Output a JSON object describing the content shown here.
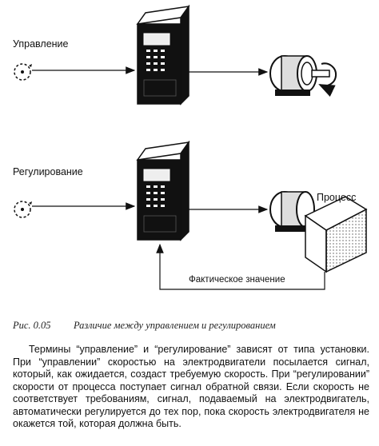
{
  "diagram": {
    "top_label": "Управление",
    "bottom_label": "Регулирование",
    "process_label": "Процесс",
    "feedback_label": "Фактическое значение"
  },
  "caption": {
    "number": "Рис. 0.05",
    "title": "Различие между управлением и регулированием"
  },
  "body": {
    "paragraph": "Термины “управление” и “регулирование” зависят от типа установки. При “управлении” скоростью на электродвигатели посылается сигнал, который, как ожидается, создаст требуемую скорость. При “регулировании” скорости от процесса поступает сигнал обратной связи. Если скорость не соответствует требованиям, сигнал, подаваемый на электродвигатель, автоматически регулируется до тех пор, пока скорость электродвигателя не окажется той, которая должна быть."
  }
}
